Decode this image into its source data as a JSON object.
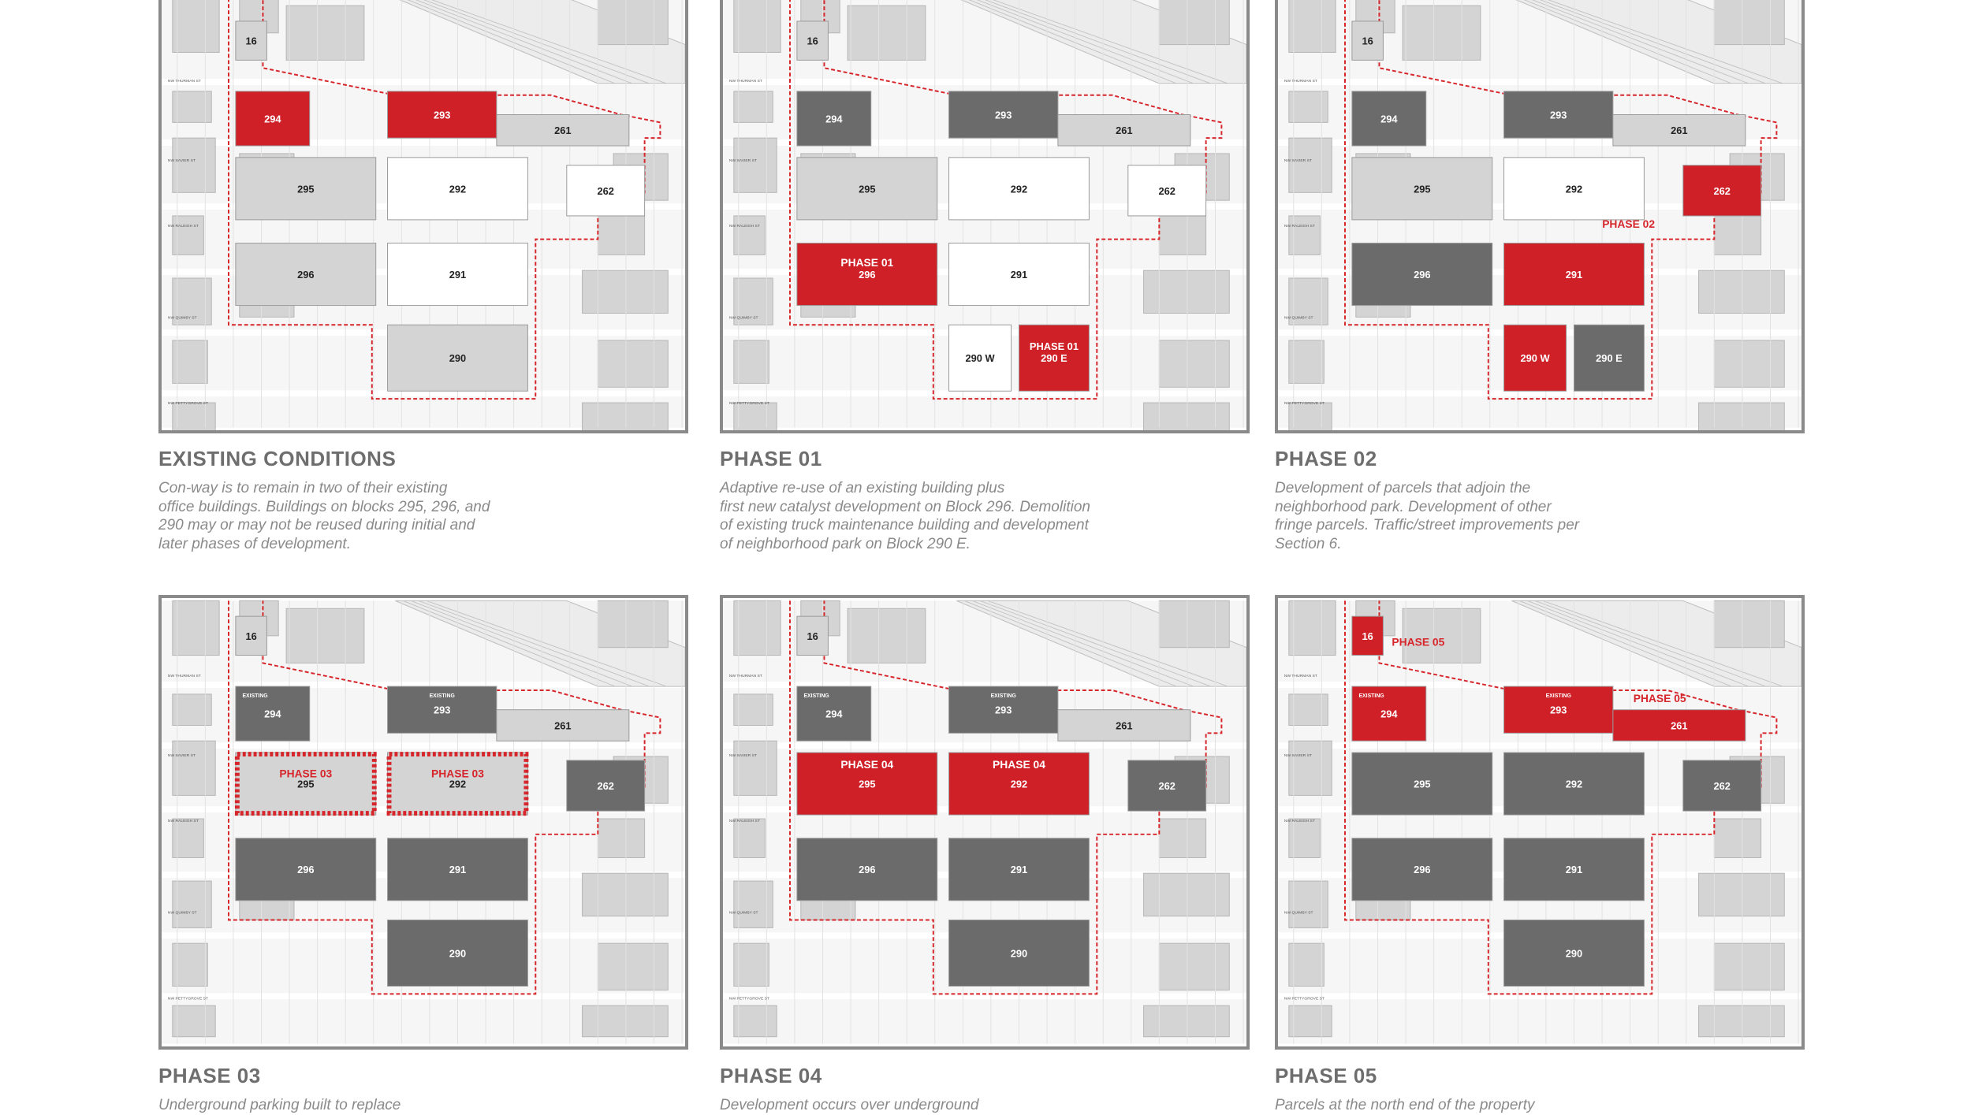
{
  "colors": {
    "existing": "#cf2027",
    "built": "#6b6b6b",
    "new": "#d7262b",
    "light": "#d4d4d4",
    "boundary": "#d7262b"
  },
  "panels": [
    {
      "title": "EXISTING CONDITIONS",
      "desc": [
        "Con-way is to remain in two of their existing",
        "office buildings. Buildings on blocks 295, 296, and",
        "290 may or may not be reused during initial and",
        "later phases of development."
      ],
      "street_labels": [
        "NW THURMAN ST",
        "NW SAVIER ST",
        "NW RALEIGH ST",
        "NW QUIMBY ST",
        "NW PETTYGROVE ST"
      ],
      "block_labels": {
        "b16": "16",
        "b294": "294",
        "b293": "293",
        "b261": "261",
        "b295": "295",
        "b292": "292",
        "b262": "262",
        "b296": "296",
        "b291": "291",
        "b290": "290"
      },
      "annotations": {}
    },
    {
      "title": "PHASE 01",
      "desc": [
        "Adaptive re-use of an existing building plus",
        "first new catalyst development on Block 296. Demolition",
        "of existing truck maintenance building and development",
        "of neighborhood park on Block 290 E."
      ],
      "street_labels": [
        "NW THURMAN ST",
        "NW SAVIER ST",
        "NW RALEIGH ST",
        "NW QUIMBY ST",
        "NW PETTYGROVE ST"
      ],
      "block_labels": {
        "b16": "16",
        "b294": "294",
        "b293": "293",
        "b261": "261",
        "b295": "295",
        "b292": "292",
        "b262": "262",
        "b296": "296",
        "b291": "291",
        "b290w": "290 W",
        "b290e": "290 E"
      },
      "annotations": {
        "phase_a": "PHASE 01",
        "phase_b": "PHASE 01"
      }
    },
    {
      "title": "PHASE 02",
      "desc": [
        "Development of parcels that adjoin the",
        "neighborhood park. Development of other",
        "fringe parcels. Traffic/street improvements per",
        "Section 6."
      ],
      "street_labels": [
        "NW THURMAN ST",
        "NW SAVIER ST",
        "NW RALEIGH ST",
        "NW QUIMBY ST",
        "NW PETTYGROVE ST"
      ],
      "block_labels": {
        "b16": "16",
        "b294": "294",
        "b293": "293",
        "b261": "261",
        "b295": "295",
        "b292": "292",
        "b262": "262",
        "b296": "296",
        "b291": "291",
        "b290w": "290 W",
        "b290e": "290 E"
      },
      "annotations": {
        "phase_a": "PHASE 02"
      }
    },
    {
      "title": "PHASE 03",
      "desc": [
        "Underground parking built to replace"
      ],
      "street_labels": [
        "NW THURMAN ST",
        "NW SAVIER ST",
        "NW RALEIGH ST",
        "NW QUIMBY ST",
        "NW PETTYGROVE ST"
      ],
      "block_labels": {
        "b16": "16",
        "b294": "294",
        "b293": "293",
        "b261": "261",
        "b295": "295",
        "b292": "292",
        "b262": "262",
        "b296": "296",
        "b291": "291",
        "b290": "290"
      },
      "annotations": {
        "phase_a": "PHASE 03",
        "phase_b": "PHASE 03",
        "existing_a": "EXISTING",
        "existing_b": "EXISTING"
      }
    },
    {
      "title": "PHASE 04",
      "desc": [
        "Development occurs over underground"
      ],
      "street_labels": [
        "NW THURMAN ST",
        "NW SAVIER ST",
        "NW RALEIGH ST",
        "NW QUIMBY ST",
        "NW PETTYGROVE ST"
      ],
      "block_labels": {
        "b16": "16",
        "b294": "294",
        "b293": "293",
        "b261": "261",
        "b295": "295",
        "b292": "292",
        "b262": "262",
        "b296": "296",
        "b291": "291",
        "b290": "290"
      },
      "annotations": {
        "phase_a": "PHASE 04",
        "phase_b": "PHASE 04",
        "existing_a": "EXISTING",
        "existing_b": "EXISTING"
      }
    },
    {
      "title": "PHASE 05",
      "desc": [
        "Parcels at the north end of the property"
      ],
      "street_labels": [
        "NW THURMAN ST",
        "NW SAVIER ST",
        "NW RALEIGH ST",
        "NW QUIMBY ST",
        "NW PETTYGROVE ST"
      ],
      "block_labels": {
        "b16": "16",
        "b294": "294",
        "b293": "293",
        "b261": "261",
        "b295": "295",
        "b292": "292",
        "b262": "262",
        "b296": "296",
        "b291": "291",
        "b290": "290"
      },
      "annotations": {
        "phase_a": "PHASE 05",
        "phase_b": "PHASE 05",
        "existing_a": "EXISTING",
        "existing_b": "EXISTING"
      }
    }
  ]
}
